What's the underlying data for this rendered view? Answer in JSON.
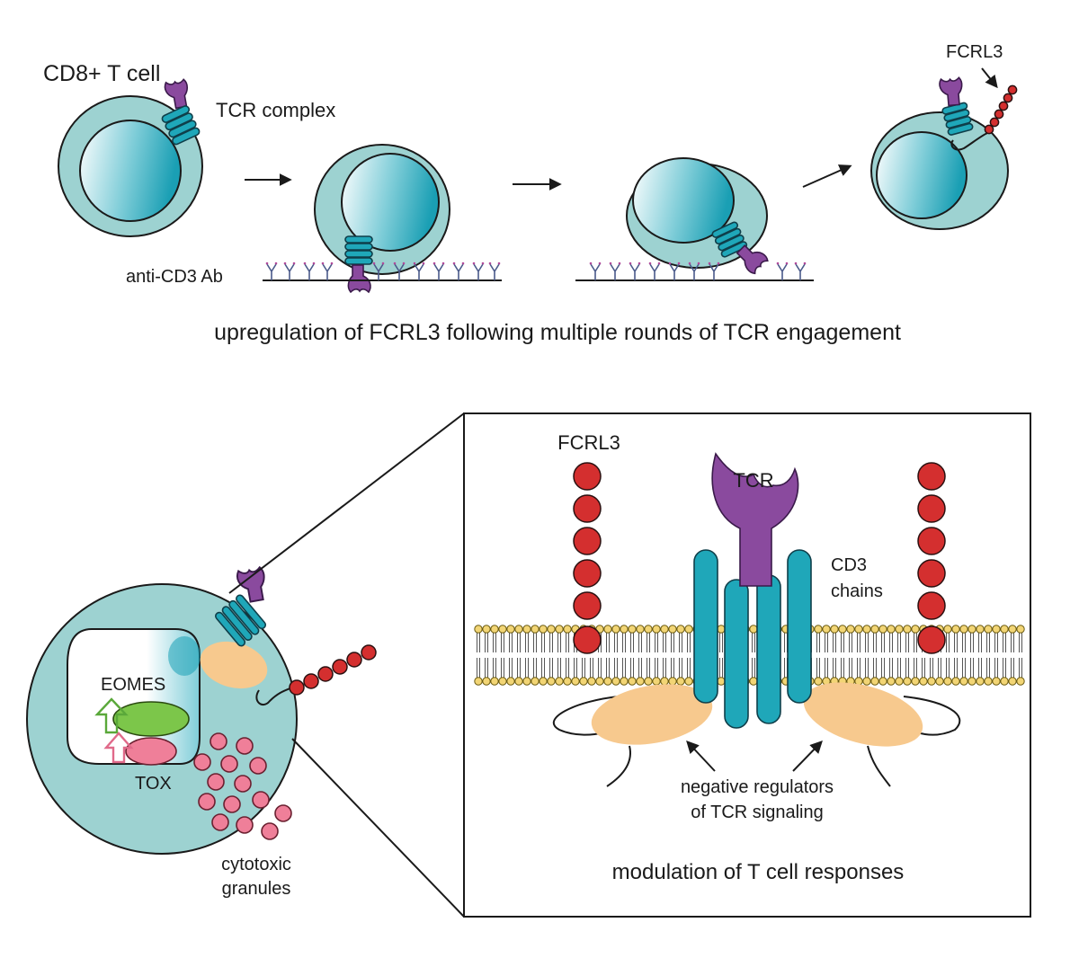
{
  "top_panel": {
    "cell_label": "CD8+ T cell",
    "tcr_label": "TCR complex",
    "antibody_label": "anti-CD3 Ab",
    "fcrl3_label": "FCRL3",
    "caption": "upregulation of FCRL3 following multiple rounds of TCR engagement"
  },
  "bottom_left": {
    "eomes_label": "EOMES",
    "tox_label": "TOX",
    "granules_label_line1": "cytotoxic",
    "granules_label_line2": "granules"
  },
  "zoom_panel": {
    "fcrl3_label": "FCRL3",
    "tcr_label": "TCR",
    "cd3_label_line1": "CD3",
    "cd3_label_line2": "chains",
    "regulators_line1": "negative regulators",
    "regulators_line2": "of TCR signaling",
    "caption": "modulation of T cell responses"
  },
  "colors": {
    "cell": "#9dd2d1",
    "nucleus": "#1aa0b6",
    "cd3": "#1fa7b9",
    "tcr": "#8a4a9e",
    "fcrl3": "#d42f2f",
    "regulator": "#f7c98e",
    "granule": "#ef7f99",
    "eomes": "#7cc64a",
    "lipid_head": "#f2d575"
  }
}
